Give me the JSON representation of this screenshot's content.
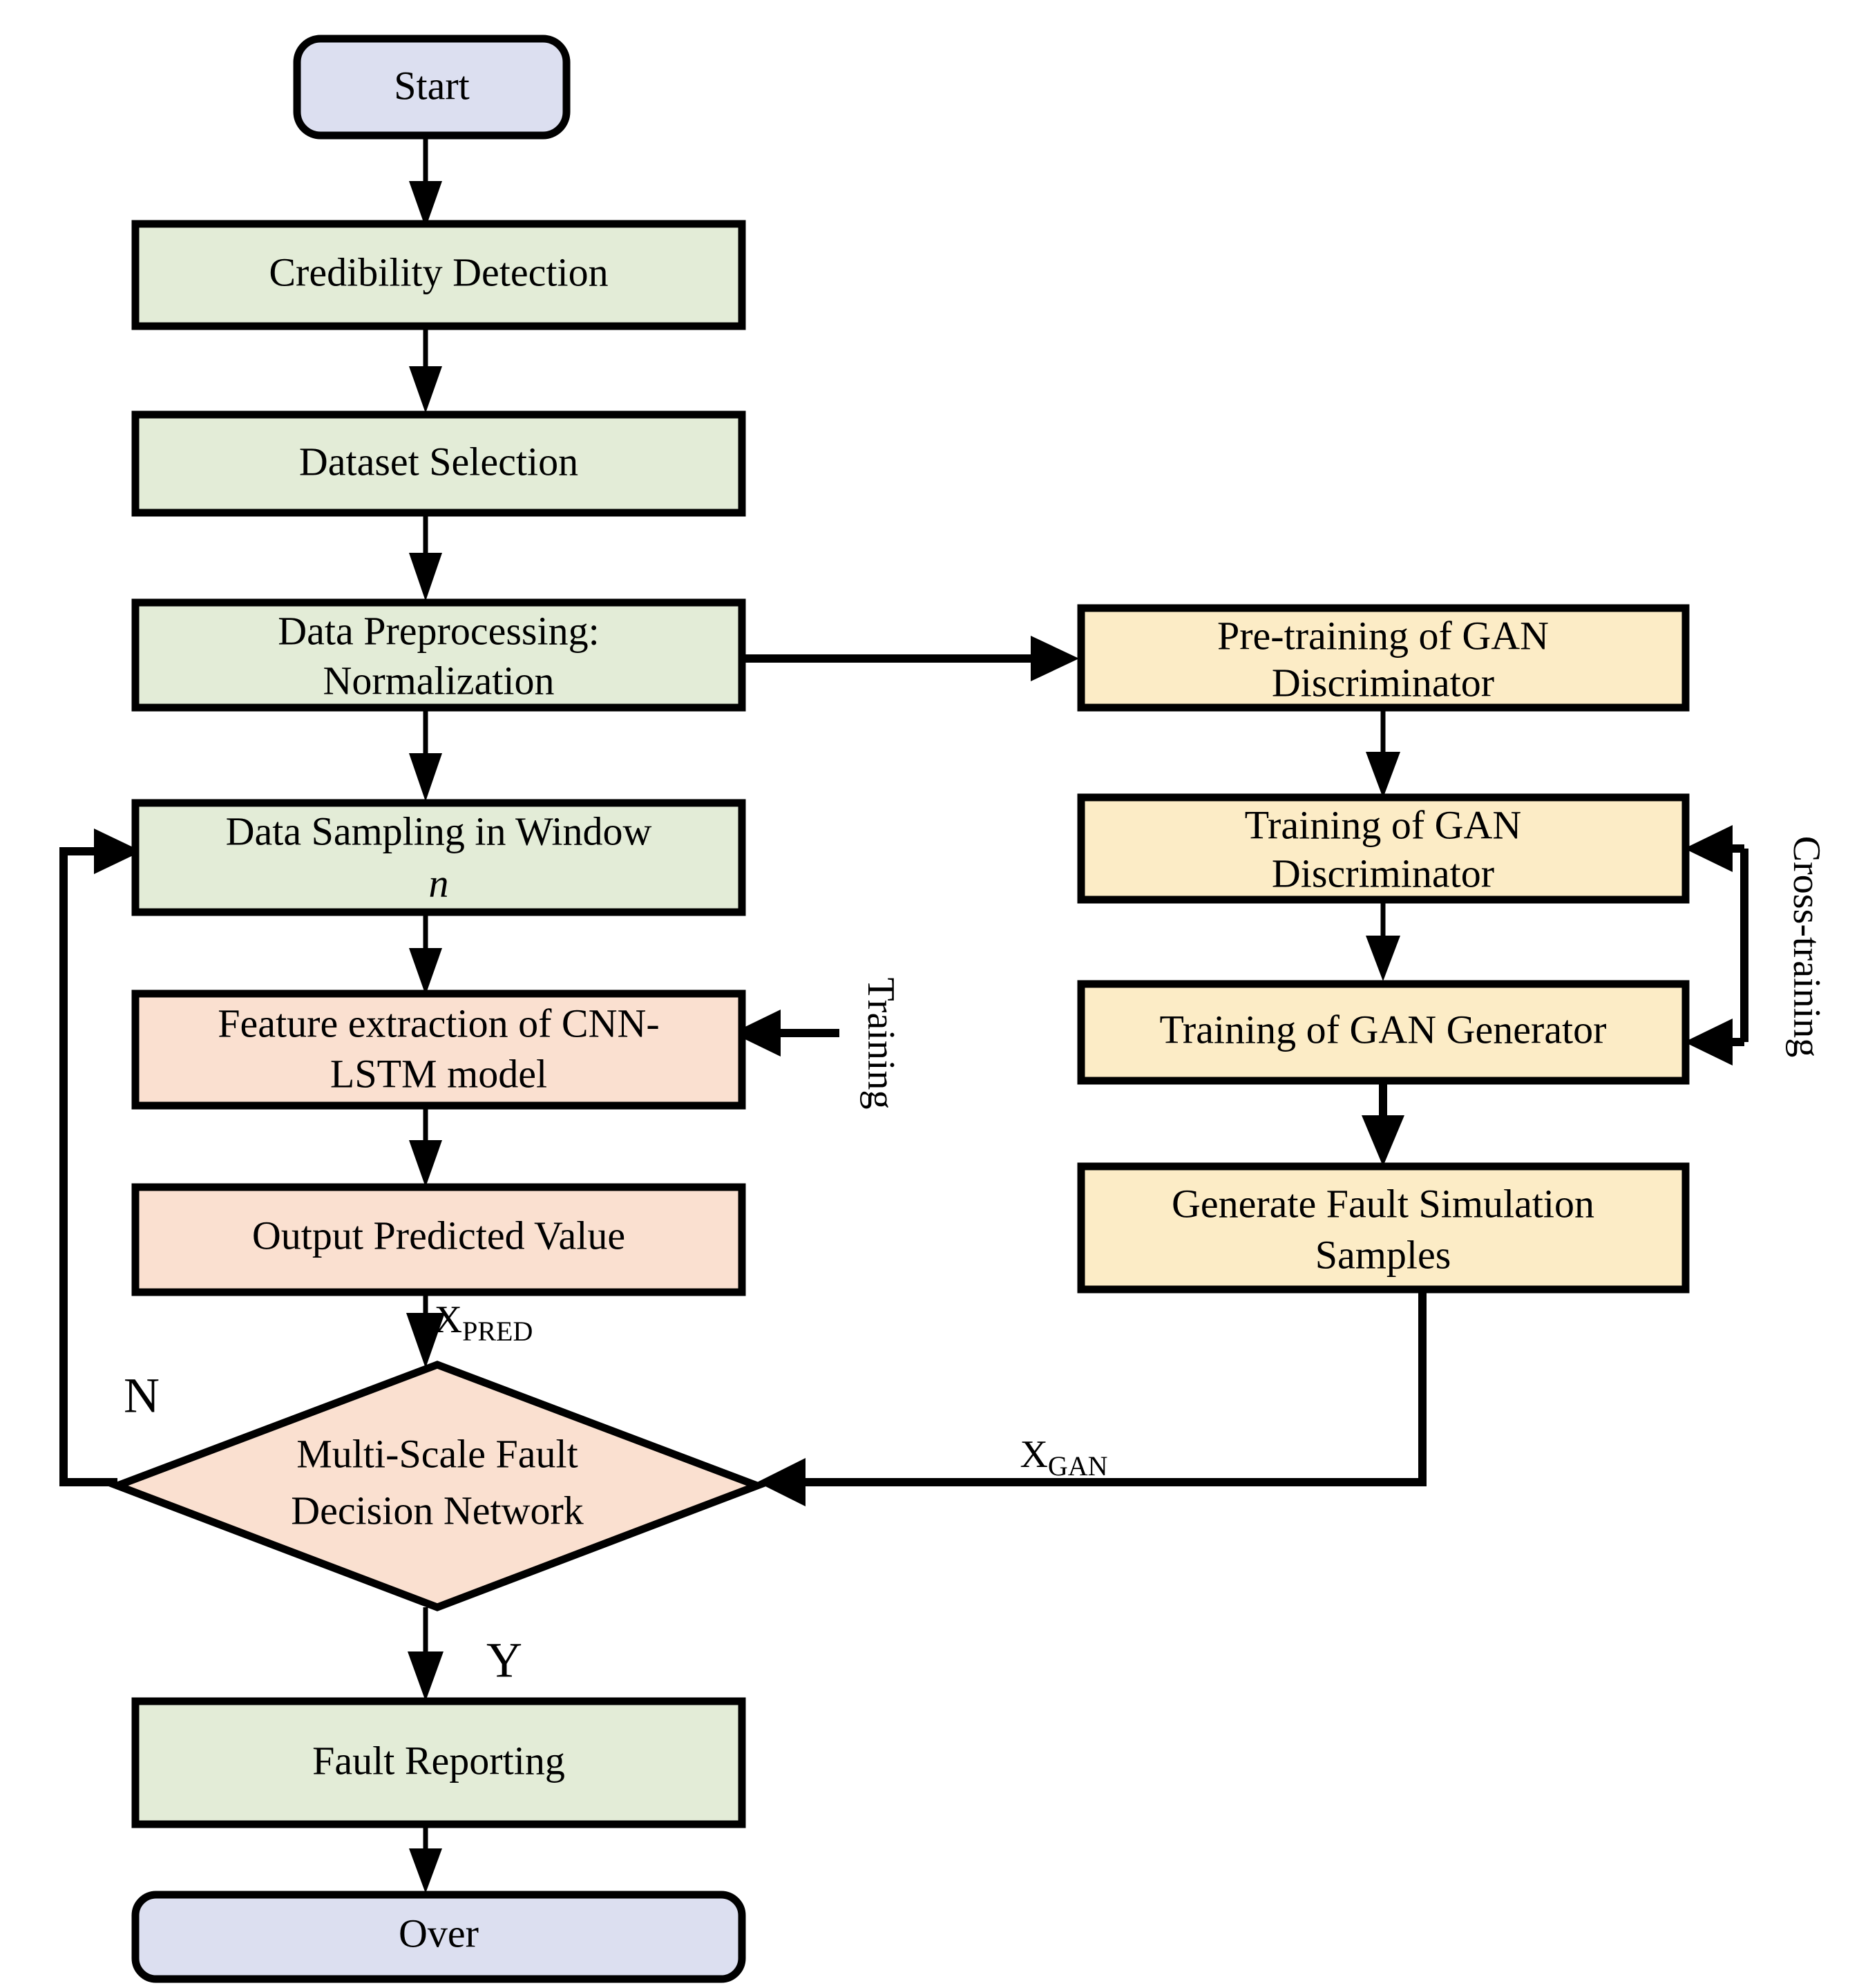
{
  "diagram": {
    "title": "Fault detection flowchart with GAN-based sample generation",
    "colors": {
      "terminal_fill": "#dcdff0",
      "process_fill": "#e3ecd7",
      "gan_fill": "#fcecc6",
      "model_fill": "#fae0d0",
      "stroke": "#000000"
    }
  },
  "nodes": {
    "start": {
      "label": "Start",
      "shape": "rounded-terminal",
      "fill": "#dcdff0"
    },
    "credibility_detection": {
      "label": "Credibility Detection",
      "shape": "rect",
      "fill": "#e3ecd7"
    },
    "dataset_selection": {
      "label": "Dataset Selection",
      "shape": "rect",
      "fill": "#e3ecd7"
    },
    "data_preprocessing": {
      "label_line1": "Data Preprocessing:",
      "label_line2": "Normalization",
      "shape": "rect",
      "fill": "#e3ecd7"
    },
    "data_sampling": {
      "label_line1": "Data Sampling in Window",
      "label_line2": "n",
      "shape": "rect",
      "fill": "#e3ecd7"
    },
    "feature_extraction": {
      "label_line1": "Feature extraction of CNN-",
      "label_line2": "LSTM model",
      "shape": "rect",
      "fill": "#fae0d0"
    },
    "output_predicted": {
      "label": "Output  Predicted Value",
      "shape": "rect",
      "fill": "#fae0d0"
    },
    "decision": {
      "label_line1": "Multi-Scale Fault",
      "label_line2": "Decision Network",
      "shape": "diamond",
      "fill": "#fae0d0"
    },
    "fault_reporting": {
      "label": "Fault Reporting",
      "shape": "rect",
      "fill": "#e3ecd7"
    },
    "over": {
      "label": "Over",
      "shape": "rounded-terminal",
      "fill": "#dcdff0"
    },
    "gan_pretraining": {
      "label_line1": "Pre-training of GAN",
      "label_line2": "Discriminator",
      "shape": "rect",
      "fill": "#fcecc6"
    },
    "gan_discriminator_training": {
      "label_line1": "Training of GAN",
      "label_line2": "Discriminator",
      "shape": "rect",
      "fill": "#fcecc6"
    },
    "gan_generator_training": {
      "label": "Training of GAN Generator",
      "shape": "rect",
      "fill": "#fcecc6"
    },
    "generate_samples": {
      "label_line1": "Generate Fault Simulation",
      "label_line2": "Samples",
      "shape": "rect",
      "fill": "#fcecc6"
    }
  },
  "edge_labels": {
    "x_pred": {
      "base": "X",
      "subscript": "PRED"
    },
    "x_gan": {
      "base": "X",
      "subscript": "GAN"
    },
    "no_branch": "N",
    "yes_branch": "Y",
    "training": "Training",
    "cross_training": "Cross-training"
  }
}
